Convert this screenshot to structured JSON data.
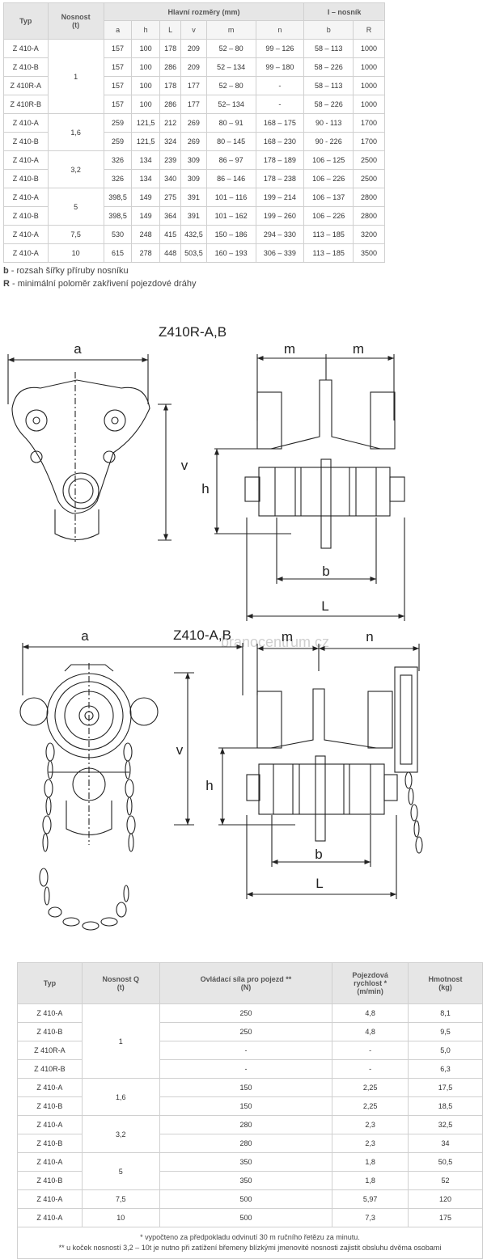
{
  "table1": {
    "headers": {
      "typ": "Typ",
      "nosnost": "Nosnost\n(t)",
      "hlavni": "Hlavní rozměry (mm)",
      "nosnik": "I – nosník",
      "sub": [
        "a",
        "h",
        "L",
        "v",
        "m",
        "n",
        "b",
        "R"
      ]
    },
    "rows": [
      [
        "Z 410-A",
        "157",
        "100",
        "178",
        "209",
        "52 – 80",
        "99 – 126",
        "58 – 113",
        "1000"
      ],
      [
        "Z 410-B",
        "157",
        "100",
        "286",
        "209",
        "52 – 134",
        "99 – 180",
        "58 – 226",
        "1000"
      ],
      [
        "Z 410R-A",
        "157",
        "100",
        "178",
        "177",
        "52 – 80",
        "-",
        "58 – 113",
        "1000"
      ],
      [
        "Z 410R-B",
        "157",
        "100",
        "286",
        "177",
        "52– 134",
        "-",
        "58 – 226",
        "1000"
      ],
      [
        "Z 410-A",
        "259",
        "121,5",
        "212",
        "269",
        "80 – 91",
        "168 – 175",
        "90 - 113",
        "1700"
      ],
      [
        "Z 410-B",
        "259",
        "121,5",
        "324",
        "269",
        "80 – 145",
        "168 – 230",
        "90 - 226",
        "1700"
      ],
      [
        "Z 410-A",
        "326",
        "134",
        "239",
        "309",
        "86 – 97",
        "178 – 189",
        "106 – 125",
        "2500"
      ],
      [
        "Z 410-B",
        "326",
        "134",
        "340",
        "309",
        "86 – 146",
        "178 – 238",
        "106 – 226",
        "2500"
      ],
      [
        "Z 410-A",
        "398,5",
        "149",
        "275",
        "391",
        "101 – 116",
        "199 – 214",
        "106 – 137",
        "2800"
      ],
      [
        "Z 410-B",
        "398,5",
        "149",
        "364",
        "391",
        "101 – 162",
        "199 – 260",
        "106 – 226",
        "2800"
      ],
      [
        "Z 410-A",
        "530",
        "248",
        "415",
        "432,5",
        "150 – 186",
        "294 – 330",
        "113 – 185",
        "3200"
      ],
      [
        "Z 410-A",
        "615",
        "278",
        "448",
        "503,5",
        "160 – 193",
        "306 – 339",
        "113 – 185",
        "3500"
      ]
    ],
    "nosnost_groups": [
      "1",
      "1,6",
      "3,2",
      "5",
      "7,5",
      "10"
    ]
  },
  "notes": {
    "b_key": "b",
    "b_text": " - rozsah šířky příruby nosníku",
    "r_key": "R",
    "r_text": " - minimální poloměr zakřivení pojezdové dráhy"
  },
  "drawing": {
    "title_r": "Z410R-A,B",
    "title_a": "Z410-A,B",
    "watermark": "branocentrum.cz",
    "labels": {
      "a": "a",
      "v": "v",
      "h": "h",
      "m": "m",
      "n": "n",
      "b": "b",
      "L": "L"
    }
  },
  "table2": {
    "headers": {
      "typ": "Typ",
      "nosnost": "Nosnost Q\n(t)",
      "sila": "Ovládací síla pro pojezd  **\n(N)",
      "rychlost": "Pojezdová\nrychlost *\n(m/min)",
      "hmotnost": "Hmotnost\n(kg)"
    },
    "rows": [
      [
        "Z 410-A",
        "250",
        "4,8",
        "8,1"
      ],
      [
        "Z 410-B",
        "250",
        "4,8",
        "9,5"
      ],
      [
        "Z 410R-A",
        "-",
        "-",
        "5,0"
      ],
      [
        "Z 410R-B",
        "-",
        "-",
        "6,3"
      ],
      [
        "Z 410-A",
        "150",
        "2,25",
        "17,5"
      ],
      [
        "Z 410-B",
        "150",
        "2,25",
        "18,5"
      ],
      [
        "Z 410-A",
        "280",
        "2,3",
        "32,5"
      ],
      [
        "Z 410-B",
        "280",
        "2,3",
        "34"
      ],
      [
        "Z 410-A",
        "350",
        "1,8",
        "50,5"
      ],
      [
        "Z 410-B",
        "350",
        "1,8",
        "52"
      ],
      [
        "Z 410-A",
        "500",
        "5,97",
        "120"
      ],
      [
        "Z 410-A",
        "500",
        "7,3",
        "175"
      ]
    ],
    "nosnost_groups": [
      "1",
      "1,6",
      "3,2",
      "5",
      "7,5",
      "10"
    ],
    "footnote1": "* vypočteno za předpokladu odvinutí 30 m ručního řetězu za minutu.",
    "footnote2": "**  u koček nosností 3,2 – 10t je nutno při zatížení břemeny blízkými jmenovité nosnosti zajistit obsluhu dvěma osobami"
  }
}
